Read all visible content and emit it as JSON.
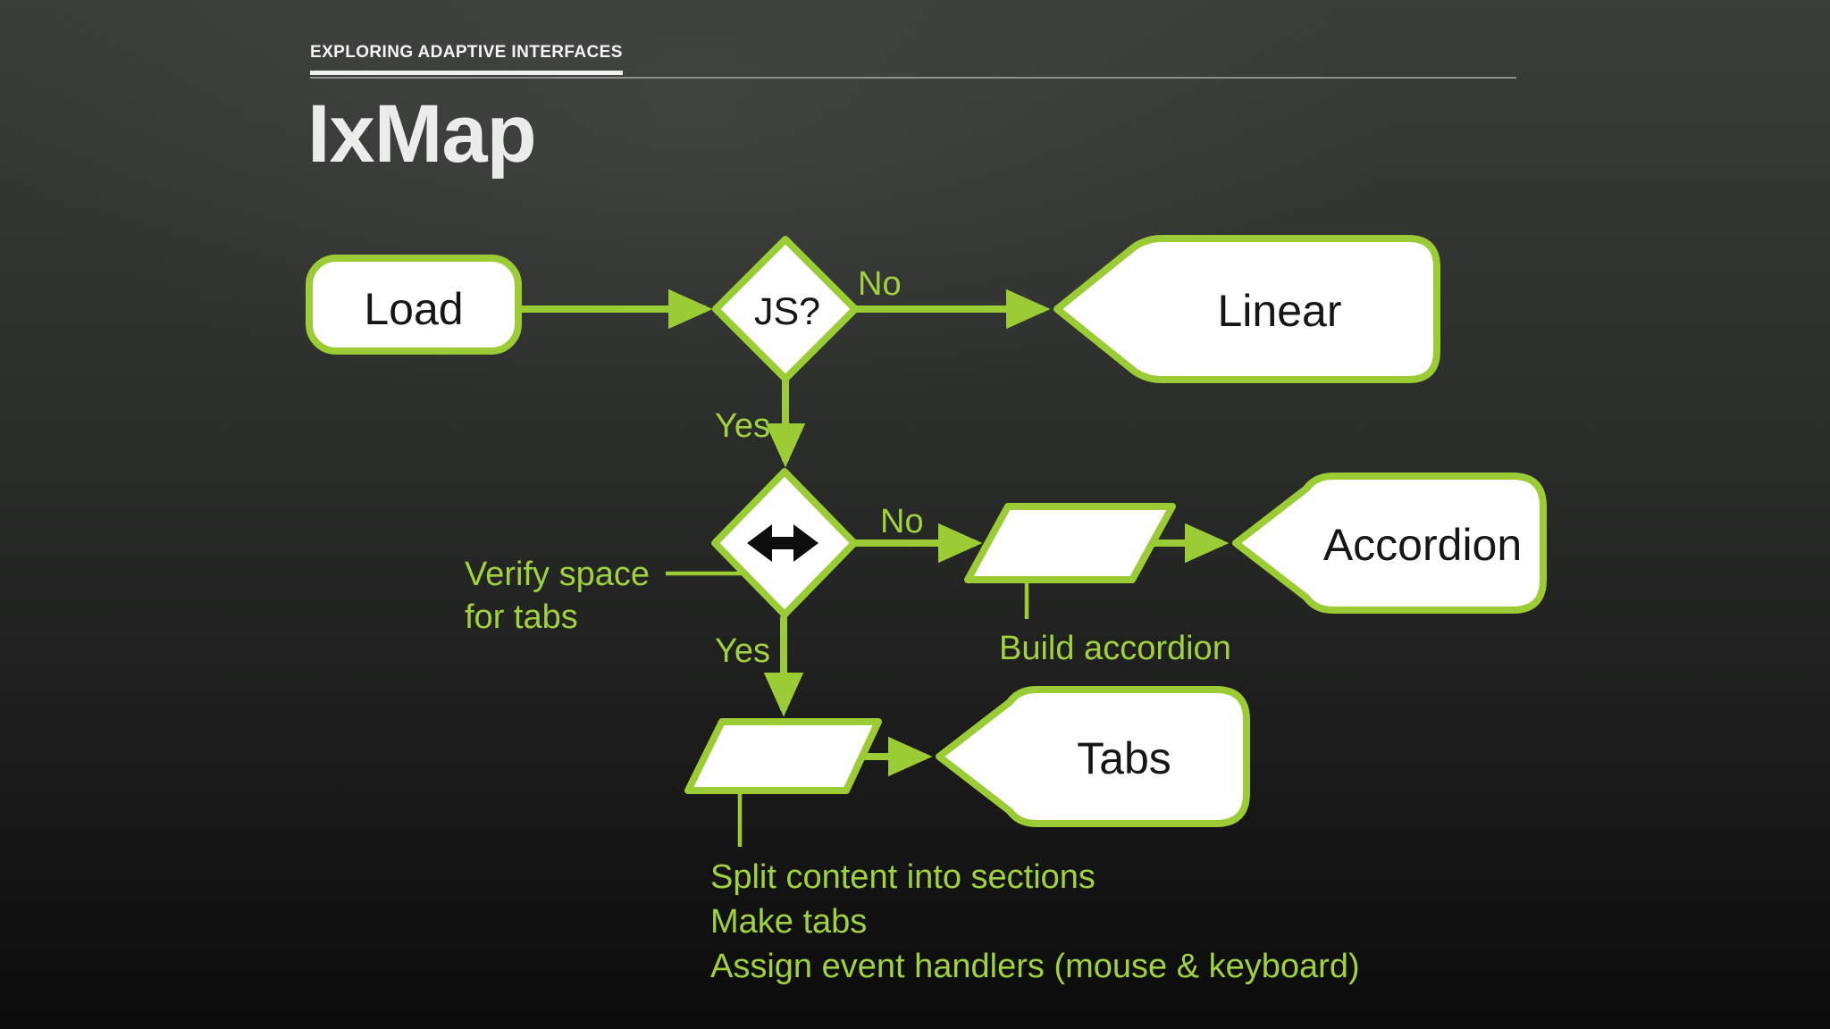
{
  "slide": {
    "kicker": "EXPLORING ADAPTIVE INTERFACES",
    "title": "IxMap"
  },
  "colors": {
    "accent_green": "#9BCB35",
    "annotation_green": "#A2D13F",
    "shape_fill": "#FEFEFE",
    "shape_text": "#161616",
    "heading_text": "#ECECEC",
    "background_top": "#3B3D3B",
    "background_bottom": "#0A0B0A"
  },
  "flowchart": {
    "nodes": {
      "load": {
        "label": "Load",
        "type": "rounded-rectangle"
      },
      "js_decision": {
        "label": "JS?",
        "type": "decision-diamond"
      },
      "linear": {
        "label": "Linear",
        "type": "pointed-terminator"
      },
      "space_decision": {
        "label": "",
        "icon": "horizontal-resize-arrow",
        "type": "decision-diamond"
      },
      "build_accordion_step": {
        "label": "",
        "type": "parallelogram"
      },
      "accordion": {
        "label": "Accordion",
        "type": "pointed-terminator"
      },
      "build_tabs_step": {
        "label": "",
        "type": "parallelogram"
      },
      "tabs": {
        "label": "Tabs",
        "type": "pointed-terminator"
      }
    },
    "edges": [
      {
        "from": "load",
        "to": "js_decision",
        "label": ""
      },
      {
        "from": "js_decision",
        "to": "linear",
        "label": "No"
      },
      {
        "from": "js_decision",
        "to": "space_decision",
        "label": "Yes"
      },
      {
        "from": "space_decision",
        "to": "build_accordion_step",
        "label": "No"
      },
      {
        "from": "build_accordion_step",
        "to": "accordion",
        "label": ""
      },
      {
        "from": "space_decision",
        "to": "build_tabs_step",
        "label": "Yes"
      },
      {
        "from": "build_tabs_step",
        "to": "tabs",
        "label": ""
      }
    ],
    "annotations": {
      "verify_space": {
        "line1": "Verify space",
        "line2": "for tabs"
      },
      "build_accordion": "Build accordion",
      "tabs_steps": [
        "Split content into sections",
        "Make tabs",
        "Assign event handlers (mouse & keyboard)"
      ]
    }
  }
}
